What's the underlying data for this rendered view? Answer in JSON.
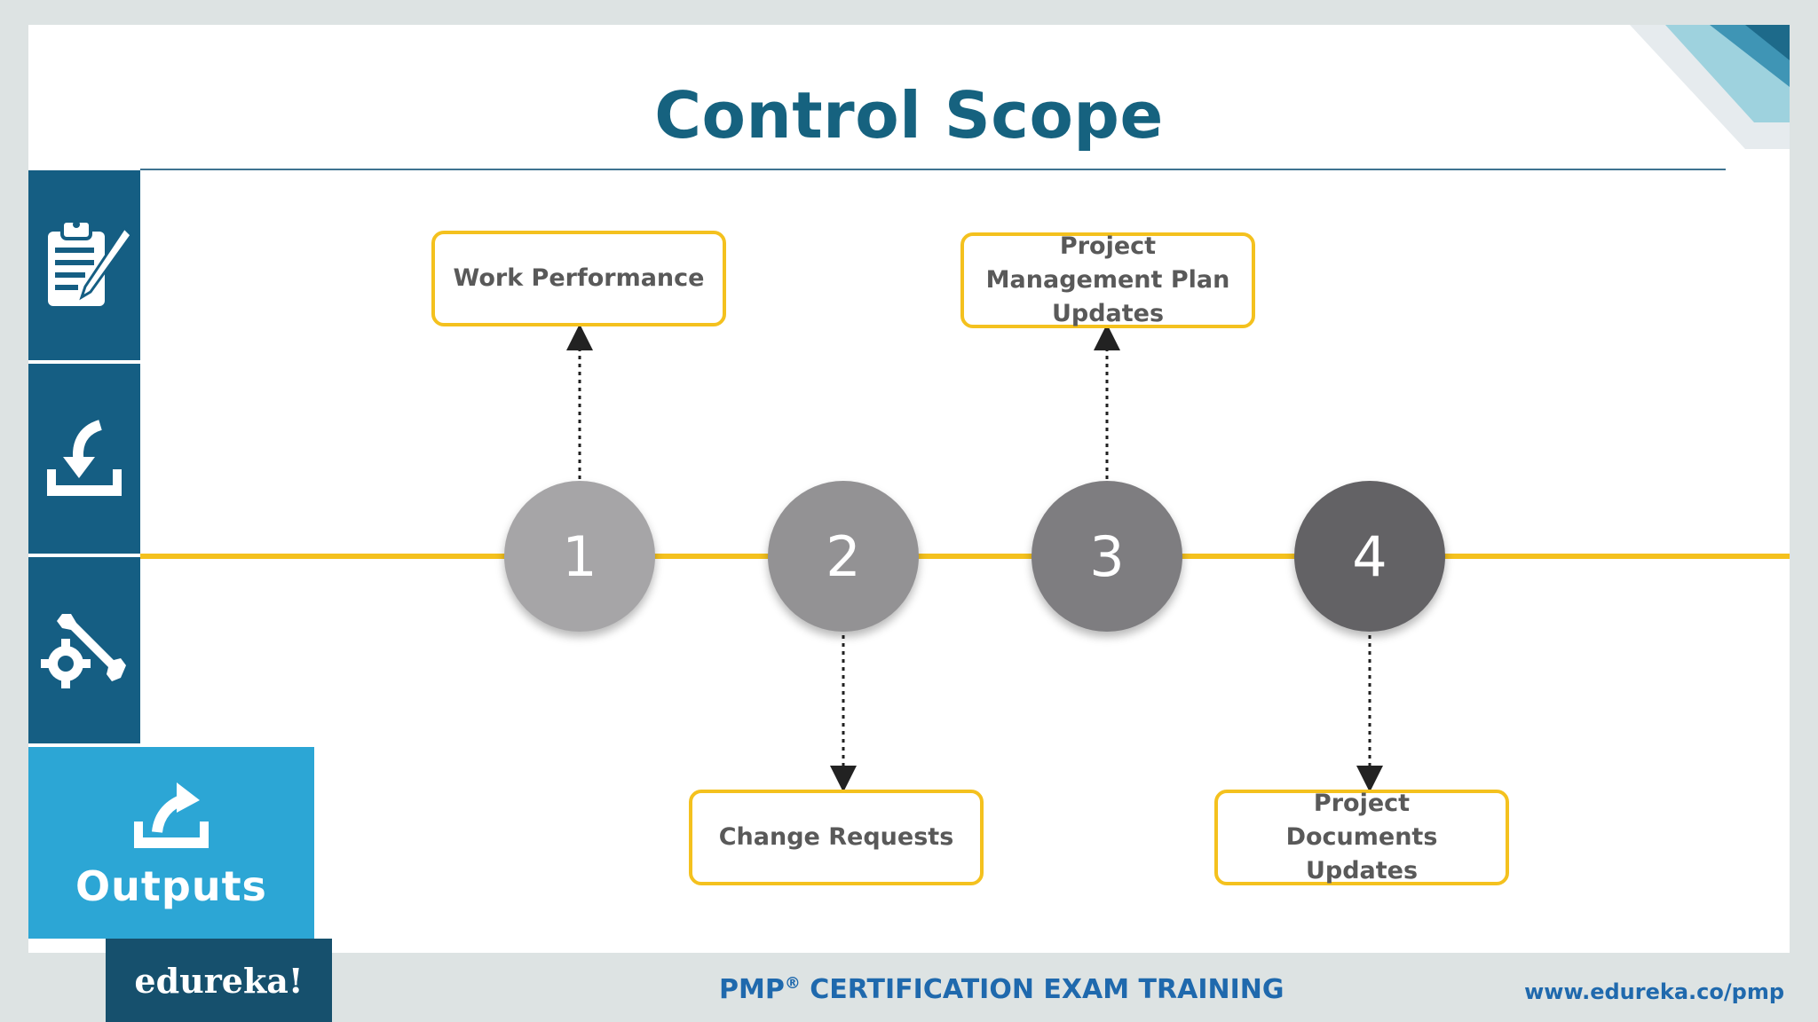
{
  "slide": {
    "title": "Control Scope"
  },
  "sidebar": {
    "outputs_label": "Outputs",
    "icons": [
      "checklist-icon",
      "download-icon",
      "tools-icon",
      "upload-icon"
    ]
  },
  "steps": [
    {
      "number": "1",
      "label": "Work Performance"
    },
    {
      "number": "2",
      "label": "Change Requests"
    },
    {
      "number": "3",
      "label": "Project Management Plan Updates"
    },
    {
      "number": "4",
      "label": "Project Documents Updates"
    }
  ],
  "footer": {
    "brand": "edureka!",
    "training_prefix": "PMP",
    "registered": "®",
    "training_suffix": " CERTIFICATION EXAM TRAINING",
    "url": "www.edureka.co/pmp"
  },
  "colors": {
    "title": "#16627f",
    "sidebar": "#155e83",
    "outputs": "#2ca6d5",
    "timeline": "#f4c11e",
    "box_border": "#f4c11e"
  }
}
